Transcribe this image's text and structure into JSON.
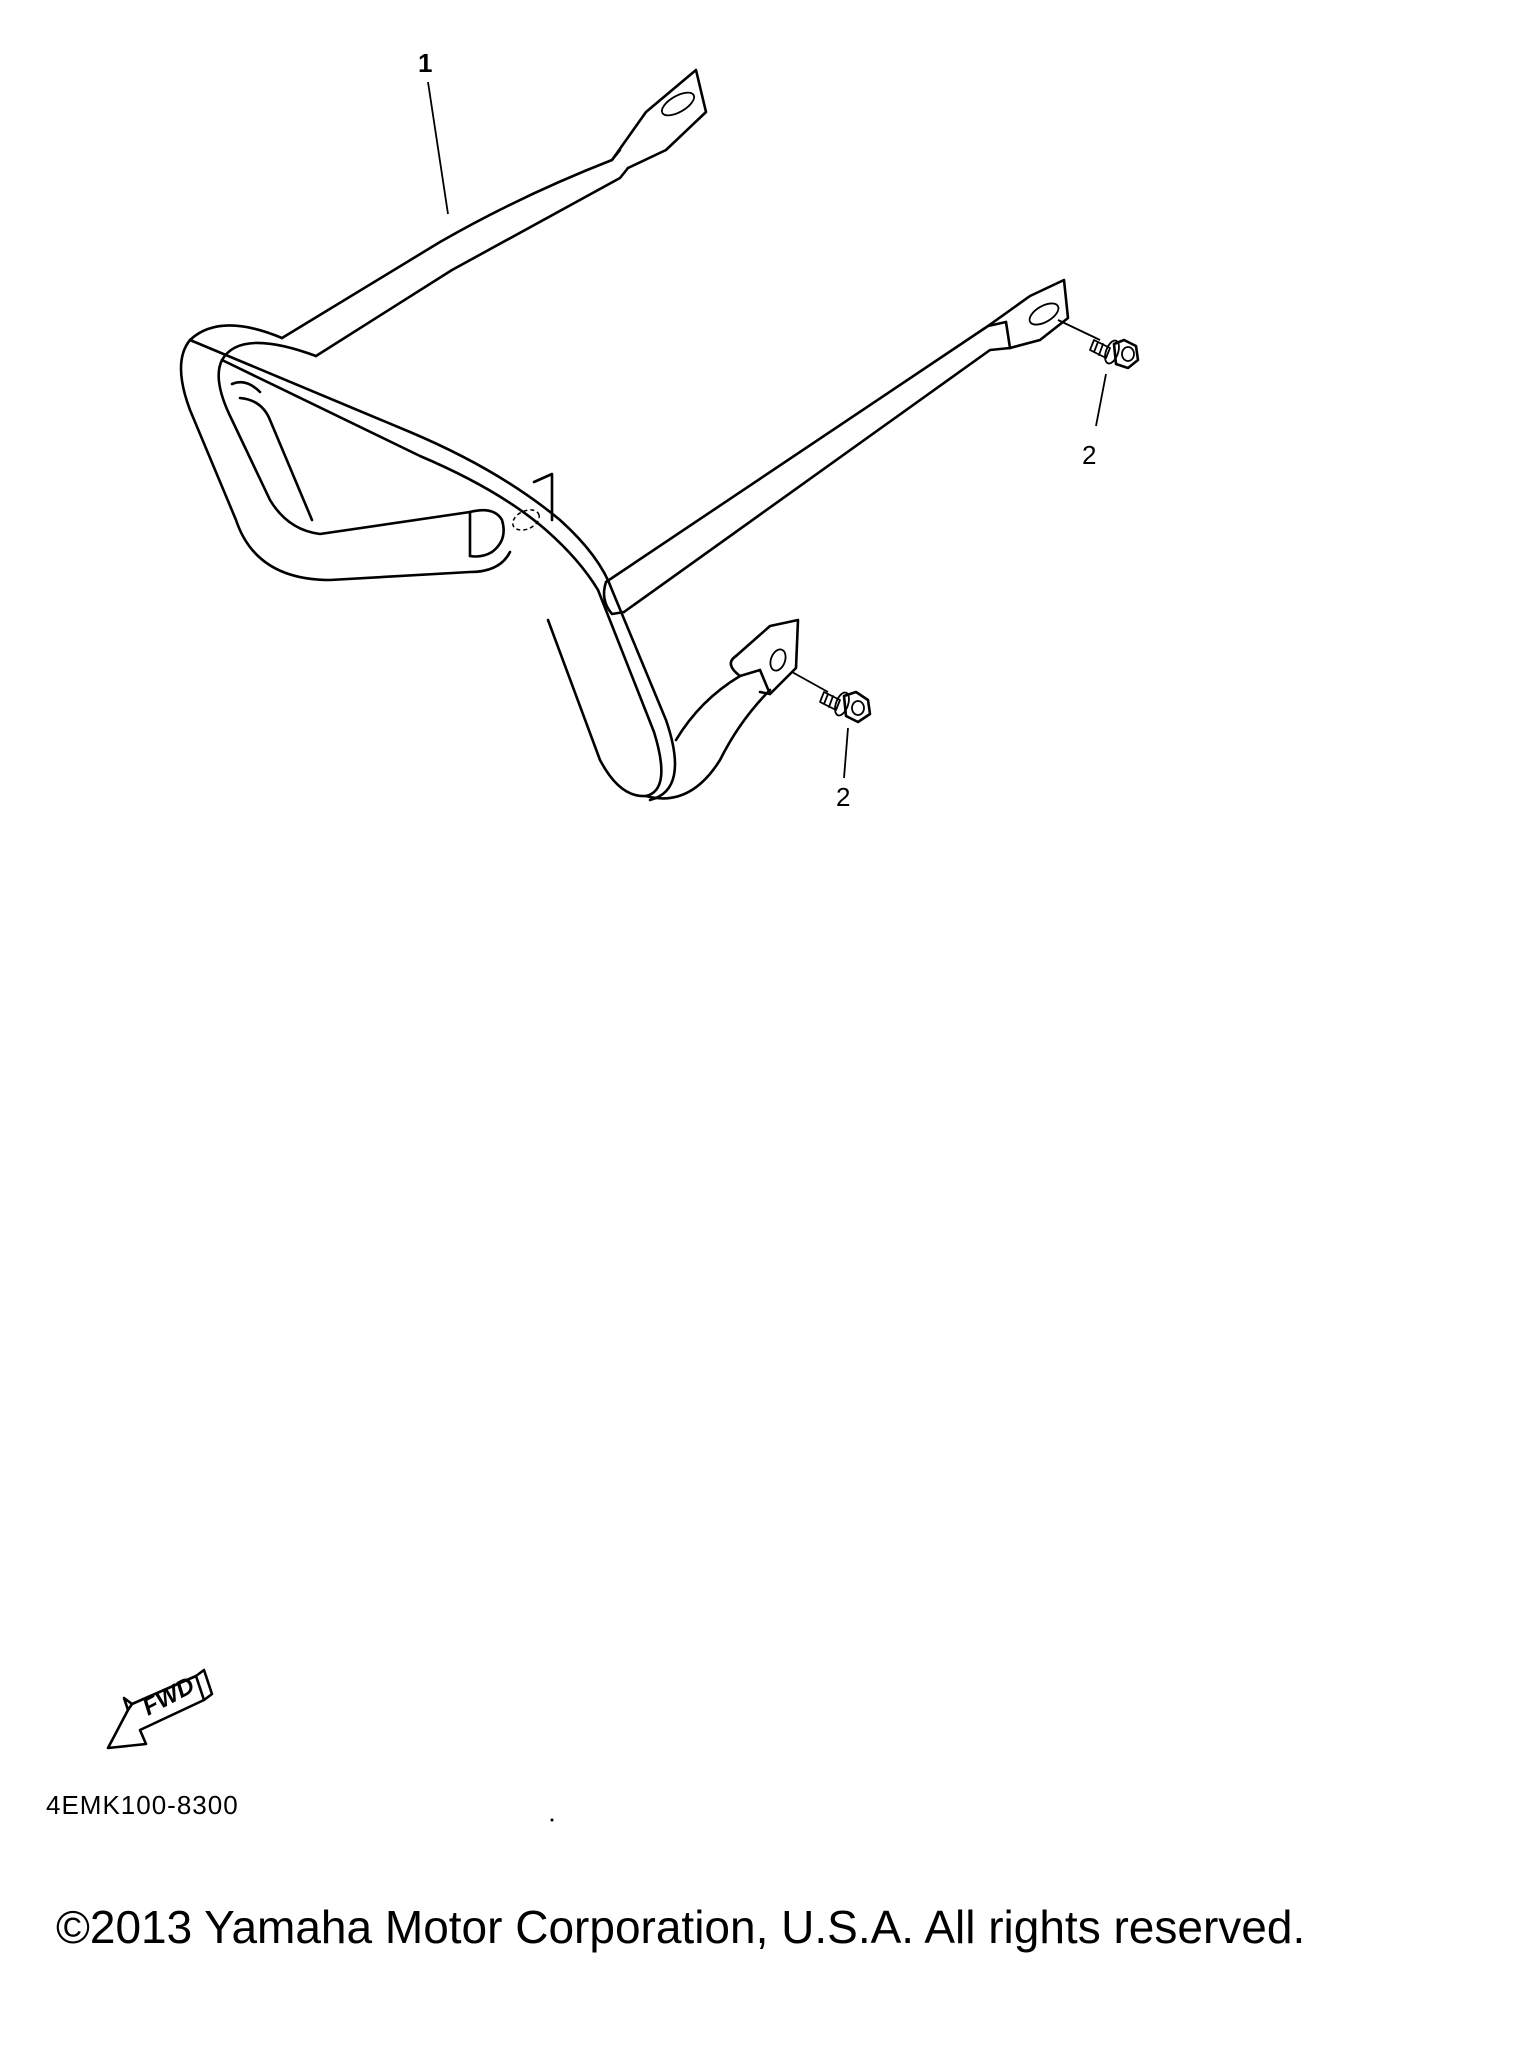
{
  "diagram": {
    "callouts": [
      {
        "id": "part-1",
        "label": "1"
      },
      {
        "id": "part-2-upper",
        "label": "2"
      },
      {
        "id": "part-2-lower",
        "label": "2"
      }
    ],
    "fwd_label": "FWD",
    "part_code": "4EMK100-8300"
  },
  "footer": {
    "copyright": "©2013 Yamaha Motor Corporation, U.S.A. All rights reserved."
  }
}
